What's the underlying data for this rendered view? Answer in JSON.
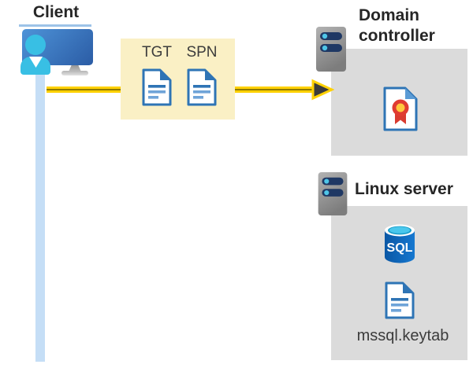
{
  "diagram": {
    "client": {
      "label": "Client"
    },
    "credentials": {
      "tgt_label": "TGT",
      "spn_label": "SPN"
    },
    "domain_controller": {
      "label": "Domain controller"
    },
    "linux_server": {
      "label": "Linux server"
    },
    "sql_database": {
      "label": "SQL"
    },
    "keytab_file": {
      "label": "mssql.keytab"
    }
  },
  "colors": {
    "arrow_yellow": "#FFD103",
    "arrow_core_gold": "#8F7A00",
    "credentials_box_bg": "#FAF0C5",
    "server_box_bg": "#DBDBDB",
    "document_border_blue": "#2E74B5",
    "document_line_blue": "#6FA4D8",
    "connection_line_blue": "#C5DEF6",
    "person_cyan": "#38BFE4",
    "monitor_blue": "#2B5CA5",
    "server_bar_navy": "#1F3864",
    "server_led_cyan": "#4FC6E8",
    "certificate_red": "#D93B30",
    "certificate_gold": "#FFC83D",
    "sql_body_blue": "#0F63B5",
    "sql_top_cyan": "#49C7EC",
    "title_text": "#262626",
    "label_text": "#3C3C3C"
  }
}
